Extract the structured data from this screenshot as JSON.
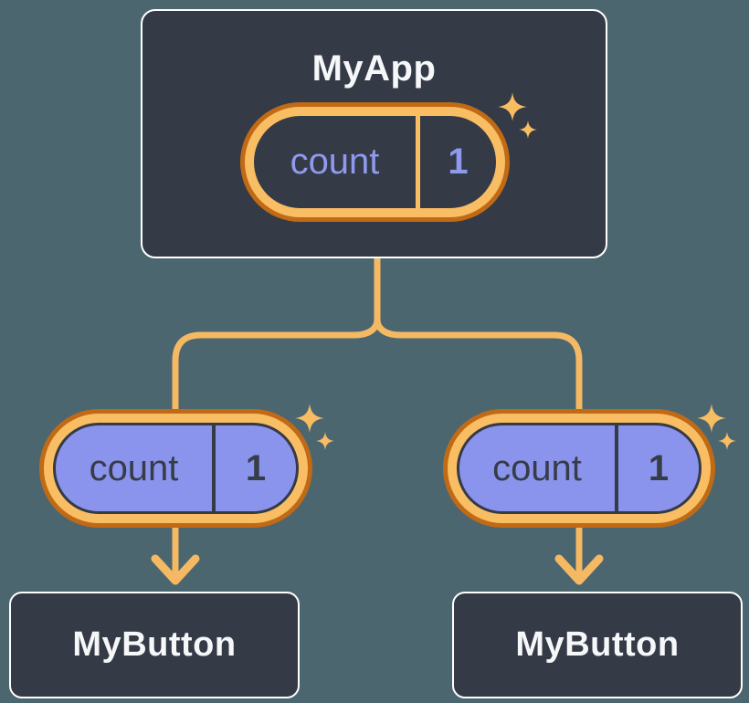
{
  "diagram": {
    "parent": {
      "title": "MyApp",
      "state_label": "count",
      "state_value": "1"
    },
    "children": [
      {
        "title": "MyButton",
        "state_label": "count",
        "state_value": "1"
      },
      {
        "title": "MyButton",
        "state_label": "count",
        "state_value": "1"
      }
    ]
  },
  "colors": {
    "background": "#4c6670",
    "card_background": "#343a46",
    "card_border": "#ffffff",
    "card_text": "#f6f7f9",
    "pill_ring_light": "#f9bd64",
    "pill_ring_dark": "#c06a16",
    "pill_parent_background": "#343a46",
    "pill_parent_text": "#8f9aee",
    "pill_child_background": "#8b94ec",
    "pill_child_text": "#363c48",
    "connector": "#f5b863",
    "sparkle": "#f8bc63"
  }
}
